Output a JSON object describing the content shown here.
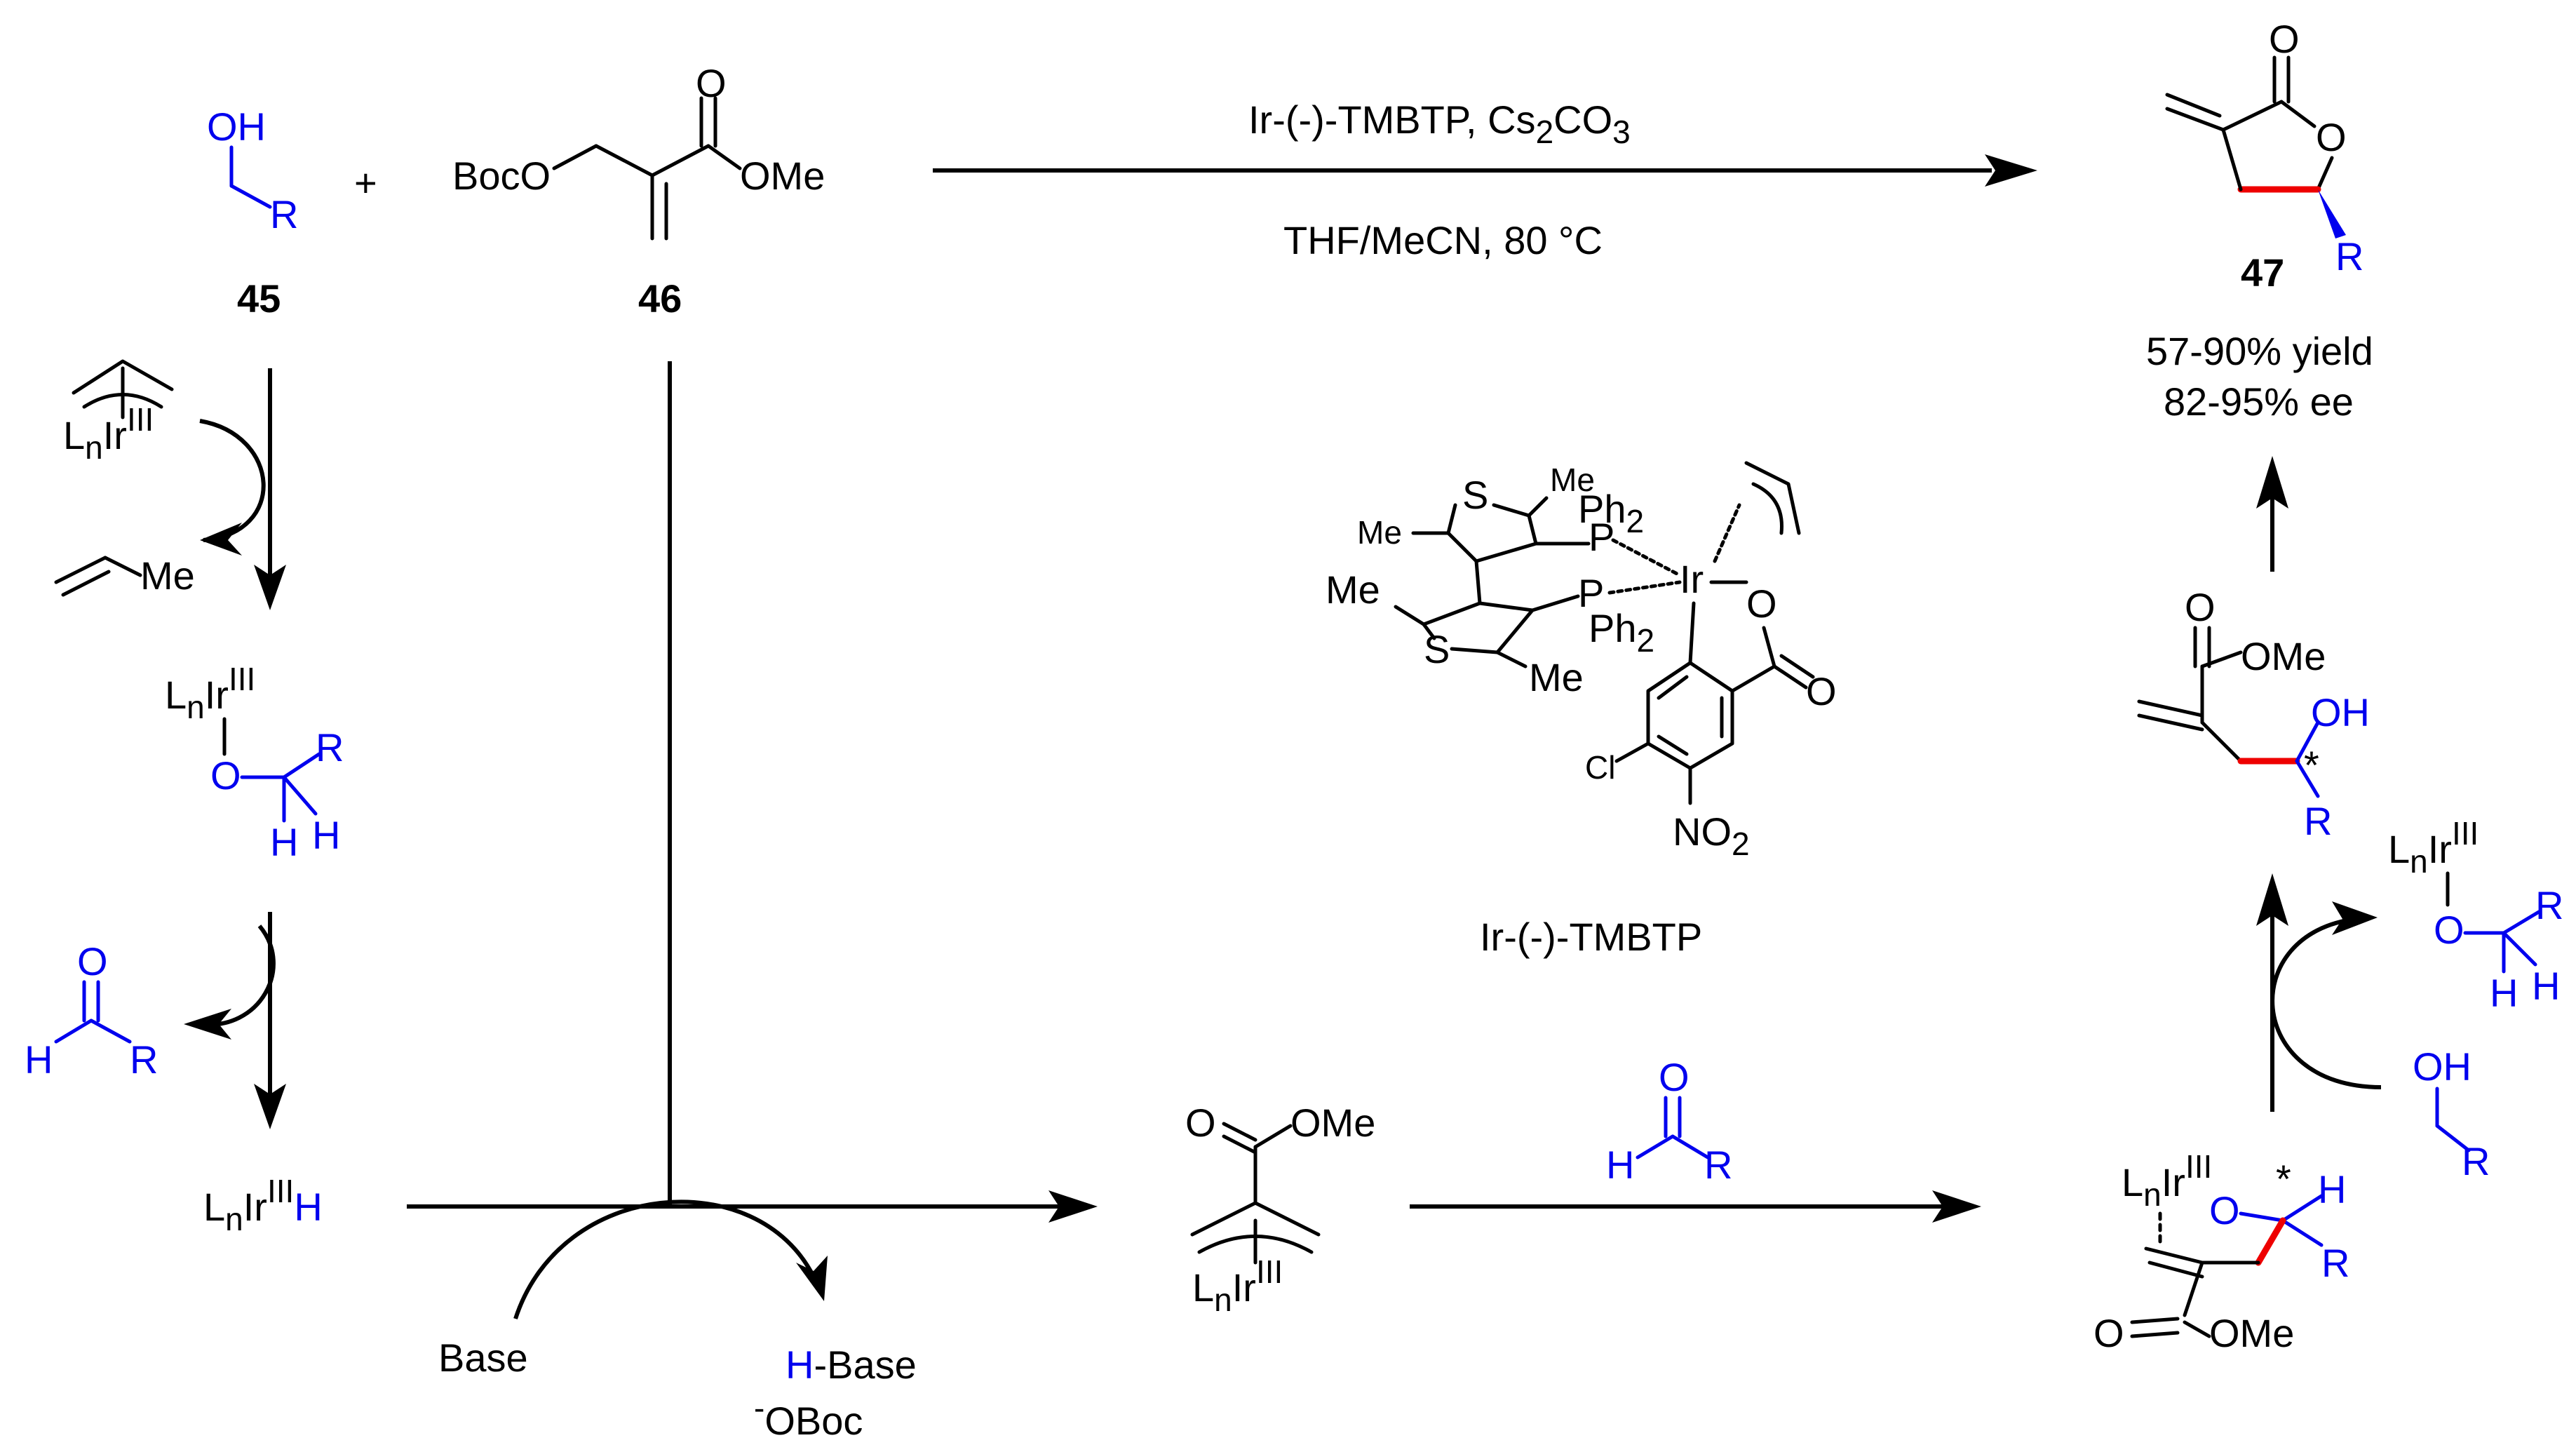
{
  "compounds": {
    "c45": "45",
    "c46": "46",
    "c47": "47",
    "plus": "+",
    "boco": "BocO",
    "ome": "OMe",
    "o": "O",
    "oh": "OH",
    "r": "R",
    "h": "H",
    "me": "Me",
    "s": "S",
    "p": "P",
    "ph": "Ph",
    "two": "2",
    "cl": "Cl",
    "no": "NO",
    "ir": "Ir",
    "ln": "L",
    "n": "n",
    "iii": "III",
    "star": "*"
  },
  "conditions": {
    "reagents_a": "Ir-(-)-TMBTP,  Cs",
    "reagents_sub2": "2",
    "reagents_co": "CO",
    "reagents_sub3": "3",
    "solvent": "THF/MeCN, 80 °C"
  },
  "results": {
    "yield": "57-90% yield",
    "ee": "82-95% ee"
  },
  "catalyst": {
    "name": "Ir-(-)-TMBTP"
  },
  "base_labels": {
    "base": "Base",
    "h": "H",
    "hbase": "-Base",
    "minus": "-",
    "oboc": "OBoc"
  }
}
